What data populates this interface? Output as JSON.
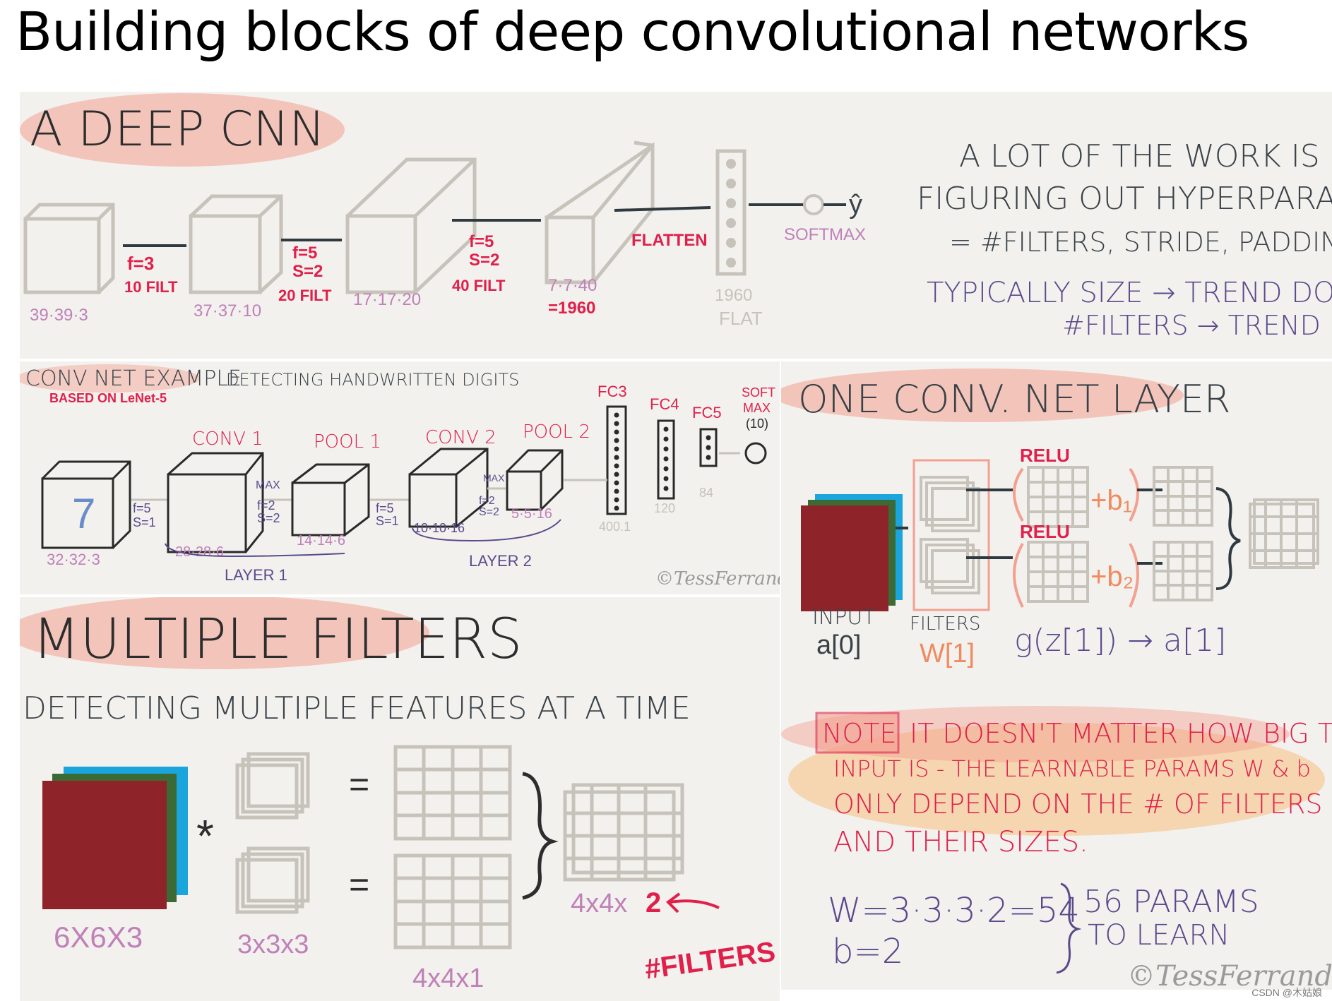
{
  "page_title": "Building blocks of deep convolutional networks",
  "deep_cnn": {
    "heading": "A DEEP CNN",
    "layers": [
      {
        "params": [
          "f=3",
          "10 FILT"
        ],
        "dims": "39·39·3"
      },
      {
        "params": [
          "f=5",
          "S=2",
          "20 FILT"
        ],
        "dims": "37·37·10"
      },
      {
        "params": [
          "f=5",
          "S=2",
          "40 FILT"
        ],
        "dims": "17·17·20"
      },
      {
        "params": [
          "FLATTEN"
        ],
        "dims": "7·7·40"
      }
    ],
    "flat_total": "=1960",
    "flat_size": "1960",
    "flat_label": "FLAT",
    "yhat": "ŷ",
    "softmax": "SOFTMAX",
    "note": [
      "A LOT OF THE WORK IS",
      "FIGURING OUT HYPERPARAMS",
      "= #FILTERS, STRIDE, PADDING ETC"
    ],
    "trend": [
      "TYPICALLY  SIZE → TREND DOWN",
      "#FILTERS → TREND UP"
    ]
  },
  "lenet": {
    "heading": "CONV NET EXAMPLE",
    "subheading": "BASED ON LeNet-5",
    "description": "DETECTING HANDWRITTEN DIGITS",
    "digit": "7",
    "input_dims": "32·32·3",
    "conv1": {
      "label": "CONV 1",
      "params": [
        "f=5",
        "S=1"
      ],
      "dims": "28·28·6"
    },
    "pool1": {
      "label": "POOL 1",
      "params": [
        "MAX",
        "f=2",
        "S=2"
      ],
      "dims": "14·14·6"
    },
    "conv2": {
      "label": "CONV 2",
      "params": [
        "f=5",
        "S=1"
      ],
      "dims": "10·10·16"
    },
    "pool2": {
      "label": "POOL 2",
      "params": [
        "MAX",
        "f=2",
        "S=2"
      ],
      "dims": "5·5·16"
    },
    "fc3": {
      "label": "FC3",
      "dims": "400.1"
    },
    "fc4": {
      "label": "FC4",
      "dims": "120"
    },
    "fc5": {
      "label": "FC5",
      "dims": "84"
    },
    "softmax": [
      "SOFT",
      "MAX",
      "(10)"
    ],
    "layer1": "LAYER 1",
    "layer2": "LAYER 2",
    "credit": "©TessFerrandez"
  },
  "conv_layer": {
    "heading": "ONE CONV. NET LAYER",
    "relu_labels": [
      "RELU",
      "RELU"
    ],
    "bias_1": "+b₁",
    "bias_2": "+b₂",
    "input_label": "INPUT",
    "input_symbol": "a[0]",
    "filters_label": "FILTERS",
    "filters_symbol": "W[1]",
    "activation": "g(z[1]) → a[1]",
    "note_tag": "NOTE",
    "note_text": [
      "IT DOESN'T MATTER HOW BIG THE",
      "INPUT IS - THE LEARNABLE PARAMS W & b",
      "ONLY DEPEND ON THE # OF FILTERS",
      "AND THEIR SIZES."
    ],
    "w_calc": "W=3·3·3·2=54",
    "b_calc": "b=2",
    "params_total": [
      "56 PARAMS",
      "TO LEARN"
    ],
    "credit": "©TessFerrandez"
  },
  "multi_filters": {
    "heading": "MULTIPLE FILTERS",
    "subheading": "DETECTING MULTIPLE FEATURES AT A TIME",
    "input_dims": "6X6X3",
    "operator": "*",
    "filter_dims": "3x3x3",
    "equals": "=",
    "result_dims": "4x4x1",
    "output_dims": "4x4x",
    "output_count": "2",
    "filters_note": "#FILTERS"
  },
  "footer": "CSDN @木姑娘",
  "colors": {
    "panel": "#f2f1ee",
    "sketch": "#c7c3bb",
    "pink_label": "#c080b8",
    "red_label": "#e0204a",
    "purple_text": "#5a4a8c",
    "dark_text": "#3a4248",
    "highlight": "#f4a090",
    "input_red": "#8e2429",
    "input_green": "#3c6a34",
    "input_blue": "#1aa6dc"
  }
}
